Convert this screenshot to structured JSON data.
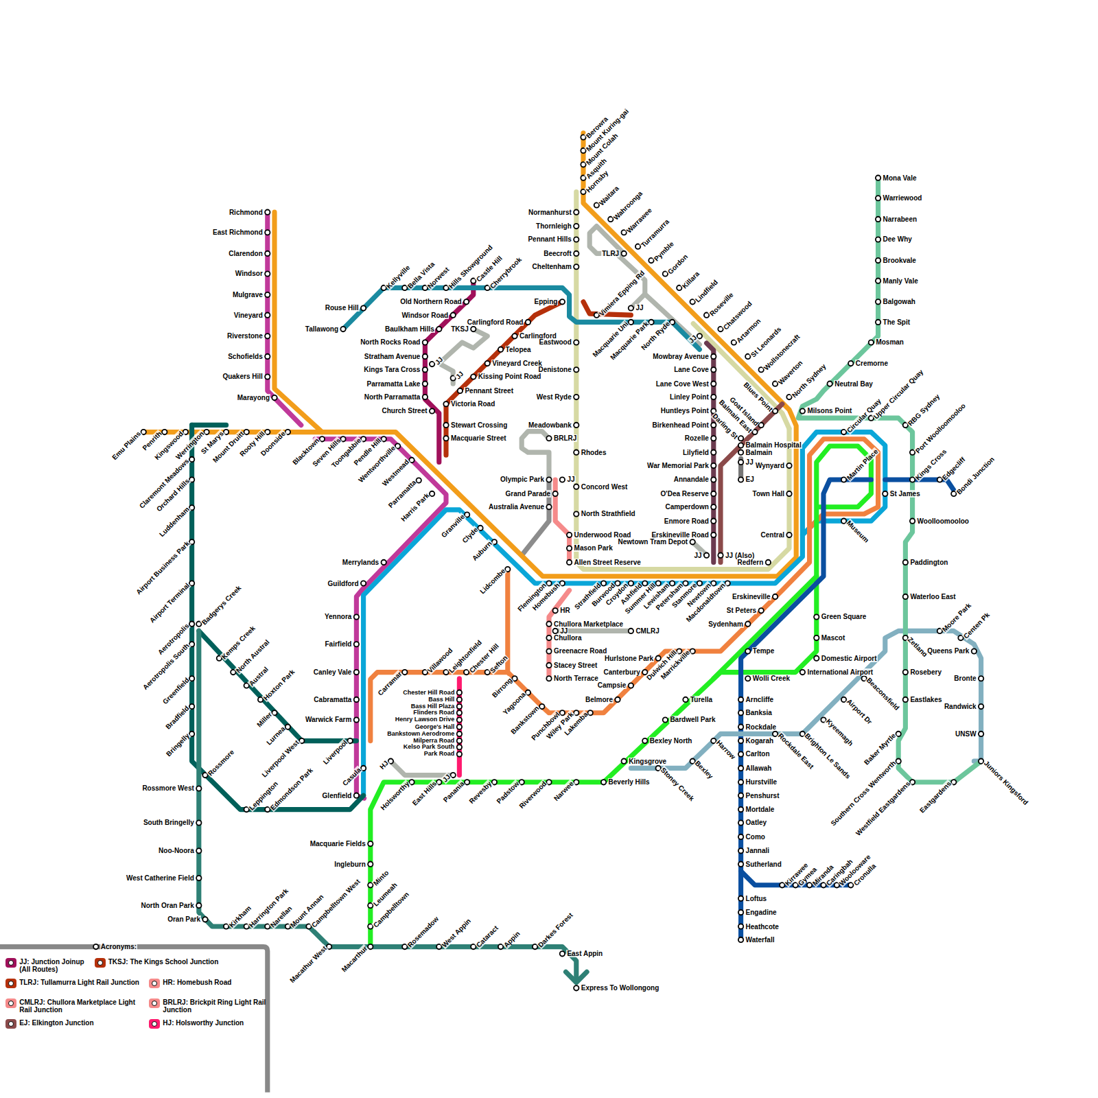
{
  "diagram": {
    "labels": [
      "Emu Plains",
      "Penrith",
      "Kingswood",
      "Werrington",
      "St Marys",
      "Mount Druitt",
      "Rooty Hill",
      "Doonside",
      "Blacktown",
      "Seven Hills",
      "Toongabbie",
      "Pendle Hill",
      "Wentworthville",
      "Westmead",
      "Parramatta",
      "Harris Park",
      "Granville",
      "Clyde",
      "Auburn",
      "Lidcombe",
      "Flemington",
      "Homebush",
      "Strathfield",
      "Burwood",
      "Croydon",
      "Ashfield",
      "Summer Hill",
      "Lewisham",
      "Petersham",
      "Stanmore",
      "Newtown",
      "Macdonaldtown",
      "Richmond",
      "East Richmond",
      "Clarendon",
      "Windsor",
      "Mulgrave",
      "Vineyard",
      "Riverstone",
      "Schofields",
      "Quakers Hill",
      "Marayong",
      "Tallawong",
      "Rouse Hill",
      "Kellyville",
      "Bella Vista",
      "Norwest",
      "Hills Showground",
      "Castle Hill",
      "Cherrybrook",
      "Epping",
      "Macquarie Uni",
      "Macquarie Park",
      "North Ryde",
      "Old Northern Road",
      "Windsor Road",
      "Baulkham Hills",
      "North Rocks Road",
      "Stratham Avenue",
      "Kings Tara Cross",
      "Parramatta Lake",
      "North Parramatta",
      "Church Street",
      "Stewart Crossing",
      "Macquarie Street",
      "TKSJ",
      "JJ",
      "JJ",
      "Carlingford Road",
      "Carlingford",
      "Telopea",
      "Vineyard Creek",
      "Kissing Point Road",
      "Pennant Street",
      "Victoria Road",
      "Vimiera Epping Rd",
      "TLRJ",
      "JJ",
      "Berowra",
      "Mount Kuring-gai",
      "Mount Colah",
      "Asquith",
      "Hornsby",
      "Waitara",
      "Wahroonga",
      "Warrawee",
      "Turramurra",
      "Pymble",
      "Gordon",
      "Killara",
      "Lindfield",
      "Roseville",
      "Chatswood",
      "Artarmon",
      "St Leonards",
      "Wollstonecraft",
      "Waverton",
      "North Sydney",
      "Milsons Point",
      "Normanhurst",
      "Thornleigh",
      "Pennant Hills",
      "Beecroft",
      "Cheltenham",
      "Eastwood",
      "Denistone",
      "West Ryde",
      "Meadowbank",
      "Rhodes",
      "Concord West",
      "North Strathfield",
      "JJ",
      "Mowbray Avenue",
      "Lane Cove",
      "Lane Cove West",
      "Linley Point",
      "Huntleys Point",
      "Birkenhead Point",
      "Rozelle",
      "Lilyfield",
      "War Memorial Park",
      "Annandale",
      "O'Dea Reserve",
      "Camperdown",
      "Enmore Road",
      "Erskineville Road",
      "Newtown Tram Depot",
      "JJ",
      "JJ (Also)",
      "Blues Point",
      "Goat Island",
      "Balmain East",
      "Darling St",
      "Balmain Hospital",
      "Balmain",
      "EJ",
      "JJ",
      "Wynyard",
      "Town Hall",
      "Central",
      "Redfern",
      "Circular Quay",
      "Upper Circular Quay",
      "Martin Place",
      "Museum",
      "St James",
      "Mona Vale",
      "Warriewood",
      "Narrabeen",
      "Dee Why",
      "Brookvale",
      "Manly Vale",
      "Balgowah",
      "The Spit",
      "Mosman",
      "Cremorne",
      "Neutral Bay",
      "RBG Sydney",
      "Port Woolloomooloo",
      "Kings Cross",
      "Edgecliff",
      "Bondi Junction",
      "Woolloomooloo",
      "Paddington",
      "Waterloo East",
      "Zetland",
      "Rosebery",
      "Eastlakes",
      "Baker Myrtle",
      "Southern Cross Wentworth",
      "Westfield Eastgardens",
      "Eastgardens",
      "Juniors Kingsford",
      "UNSW",
      "Randwick",
      "Bronte",
      "Queens Park",
      "Centen Pk",
      "Moore Park",
      "Erskineville",
      "St Peters",
      "Sydenham",
      "Tempe",
      "Wolli Creek",
      "Green Square",
      "Mascot",
      "Domestic Airport",
      "International Airport",
      "Turella",
      "Bardwell Park",
      "Bexley North",
      "Kingsgrove",
      "Beverly Hills",
      "Narwee",
      "Riverwood",
      "Padstow",
      "Revesby",
      "Panania",
      "East Hills",
      "Holsworthy",
      "Macquarie Fields",
      "Ingleburn",
      "Minto",
      "Leumeah",
      "Campbelltown",
      "Macarthur",
      "Arncliffe",
      "Banksia",
      "Rockdale",
      "Kogarah",
      "Carlton",
      "Allawah",
      "Hurstville",
      "Penshurst",
      "Mortdale",
      "Oatley",
      "Como",
      "Jannali",
      "Sutherland",
      "Loftus",
      "Engadine",
      "Heathcote",
      "Waterfall",
      "Kirrawee",
      "Gymea",
      "Miranda",
      "Caringbah",
      "Woolooware",
      "Cronulla",
      "Stoney Creek",
      "Bexley",
      "Harrow",
      "Rockdale East",
      "Brighton Le Sands",
      "Kyeemagh",
      "Airport Dr",
      "Beaconsfield",
      "Sefton",
      "Chester Hill",
      "Leightonfield",
      "Villawood",
      "Carramar",
      "Birrong",
      "Yagoona",
      "Bankstown",
      "Punchbowl",
      "Wiley Park",
      "Lakemba",
      "Belmore",
      "Campsie",
      "Canterbury",
      "Hurlstone Park",
      "Dulwich Hill",
      "Marrickville",
      "Chester Hill Road",
      "Bass Hill",
      "Bass Hill Plaza",
      "Flinders Road",
      "Henry Lawson Drive",
      "George's Hall",
      "Bankstown Aerodrome",
      "Milperra Road",
      "Kelso Park South",
      "Park Road",
      "HJ",
      "JJ",
      "BRLRJ",
      "Olympic Park",
      "JJ",
      "Grand Parade",
      "Australia Avenue",
      "Underwood Road",
      "Mason Park",
      "Allen Street Reserve",
      "HR",
      "Chullora Marketplace",
      "JJ",
      "Chullora",
      "CMLRJ",
      "Greenacre Road",
      "Stacey Street",
      "North Terrace",
      "Merrylands",
      "Guildford",
      "Yennora",
      "Fairfield",
      "Canley Vale",
      "Cabramatta",
      "Warwick Farm",
      "Liverpool",
      "Casula",
      "Glenfield",
      "Claremont Meadows",
      "Orchard Hills",
      "Luddenham",
      "Airport Business Park",
      "Airport Terminal",
      "Aerotropolis",
      "Badgerys Creek",
      "Aerotropolis South",
      "Kemps Creek",
      "North Austral",
      "Austral",
      "Hoxton Park",
      "Miller",
      "Lurnea",
      "Liverpool West",
      "Greenfield",
      "Bradfield",
      "Bringelly",
      "Rossmore",
      "Leppington",
      "Edmondson Park",
      "Rossmore West",
      "South Bringelly",
      "Noo-Noora",
      "West Catherine Field",
      "North Oran Park",
      "Oran Park",
      "Kirkham",
      "Harrington Park",
      "Narellan",
      "Mount Annan",
      "Campbelltown West",
      "Macathur West",
      "Rosemadow",
      "West Appin",
      "Cataract",
      "Appin",
      "Darkes Forest",
      "East Appin",
      "Express To Wollongong",
      "Acronyms:"
    ],
    "legend": [
      {
        "text": "JJ: Junction Joinup (All Routes)",
        "color": "#a0105a"
      },
      {
        "text": "TKSJ: The Kings School Junction",
        "color": "#b5300b"
      },
      {
        "text": "TLRJ: Tullamurra Light Rail Junction",
        "color": "#b5300b"
      },
      {
        "text": "HR: Homebush Road",
        "color": "#f58a8a"
      },
      {
        "text": "CMLRJ: Chullora Marketplace Light Rail Junction",
        "color": "#f58a8a"
      },
      {
        "text": "BRLRJ: Brickpit Ring Light Rail Junction",
        "color": "#f58a8a"
      },
      {
        "text": "EJ: Elkington Junction",
        "color": "#8b4a4a"
      },
      {
        "text": "HJ: Holsworthy Junction",
        "color": "#ff1a6e"
      }
    ]
  }
}
